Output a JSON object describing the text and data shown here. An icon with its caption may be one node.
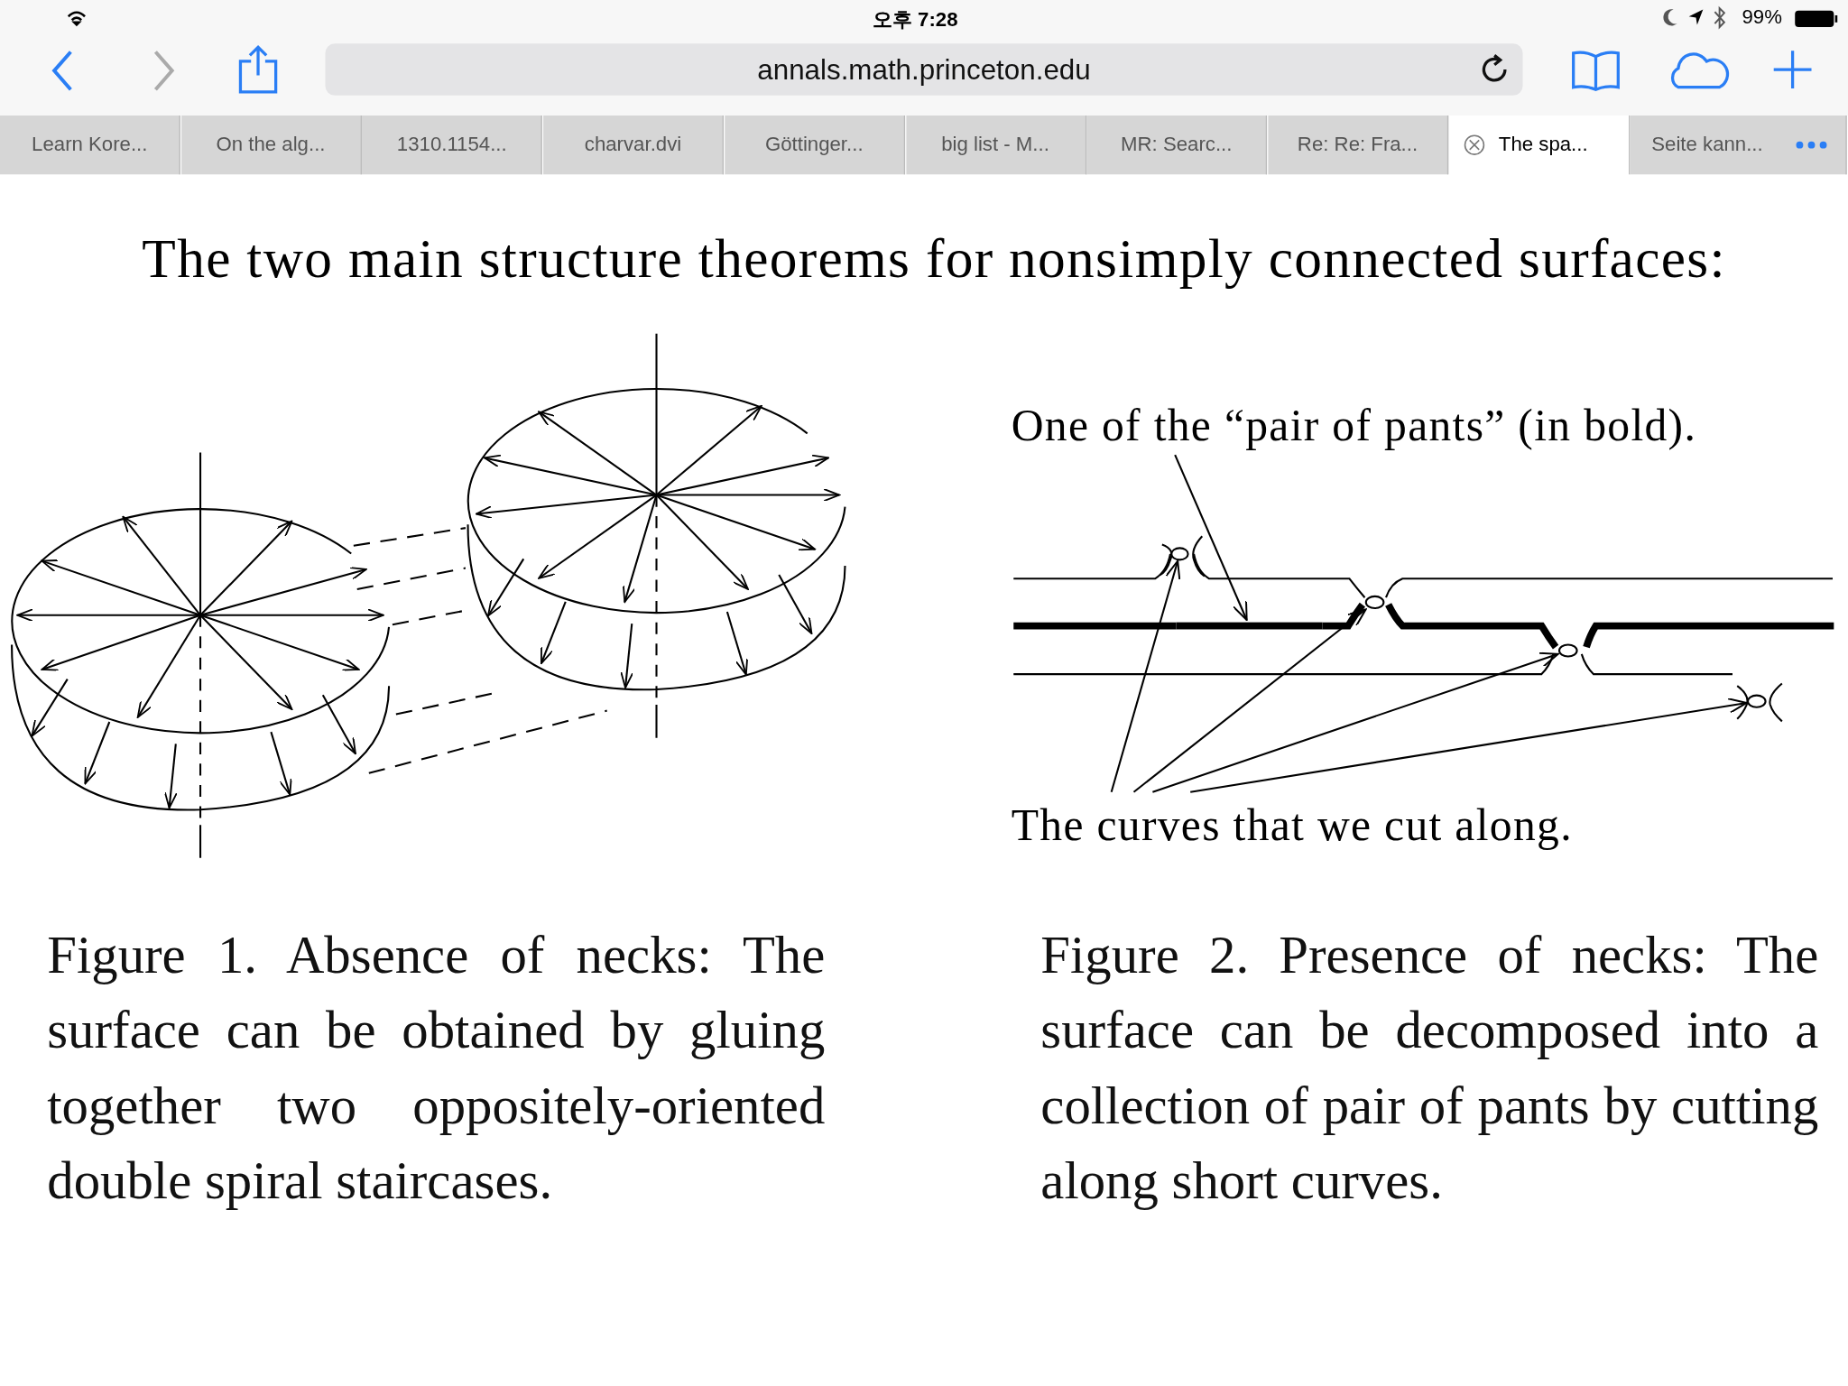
{
  "diagram": {
    "title": "The two main structure theorems for nonsimply connected surfaces:",
    "nodes": [
      {
        "text": [
          "One of the “pair of pants” (in bold)."
        ]
      },
      {
        "text": [],
        "shape": "line"
      },
      {
        "text": [
          "The curves that we cut along."
        ]
      },
      {
        "text": [],
        "shape": "circle"
      },
      {
        "text": [],
        "shape": "circle"
      },
      {
        "text": [],
        "shape": "circle"
      },
      {
        "text": [],
        "shape": "circle"
      }
    ],
    "edges": [
      {
        "from": 0,
        "to": 1,
        "arrow": "to"
      },
      {
        "from": 2,
        "to": 3,
        "arrow": "to"
      },
      {
        "from": 2,
        "to": 4,
        "arrow": "to"
      },
      {
        "from": 2,
        "to": 5,
        "arrow": "to"
      },
      {
        "from": 2,
        "to": 6,
        "arrow": "to"
      }
    ],
    "labels": [
      "오후 7:28",
      "99%",
      "annals.math.princeton.edu",
      "Learn Kore...",
      "On the alg...",
      "1310.1154...",
      "charvar.dvi",
      "Göttinger...",
      "big list - M...",
      "MR: Searc...",
      "Re: Re: Fra...",
      "The spa...",
      "Seite kann...",
      "Figure 1. Absence of necks: The surface can be obtained by gluing together two oppositely-oriented double spiral staircases.",
      "Figure 2. Presence of necks: The surface can be decomposed into a collection of pair of pants by cutting along short curves."
    ]
  }
}
